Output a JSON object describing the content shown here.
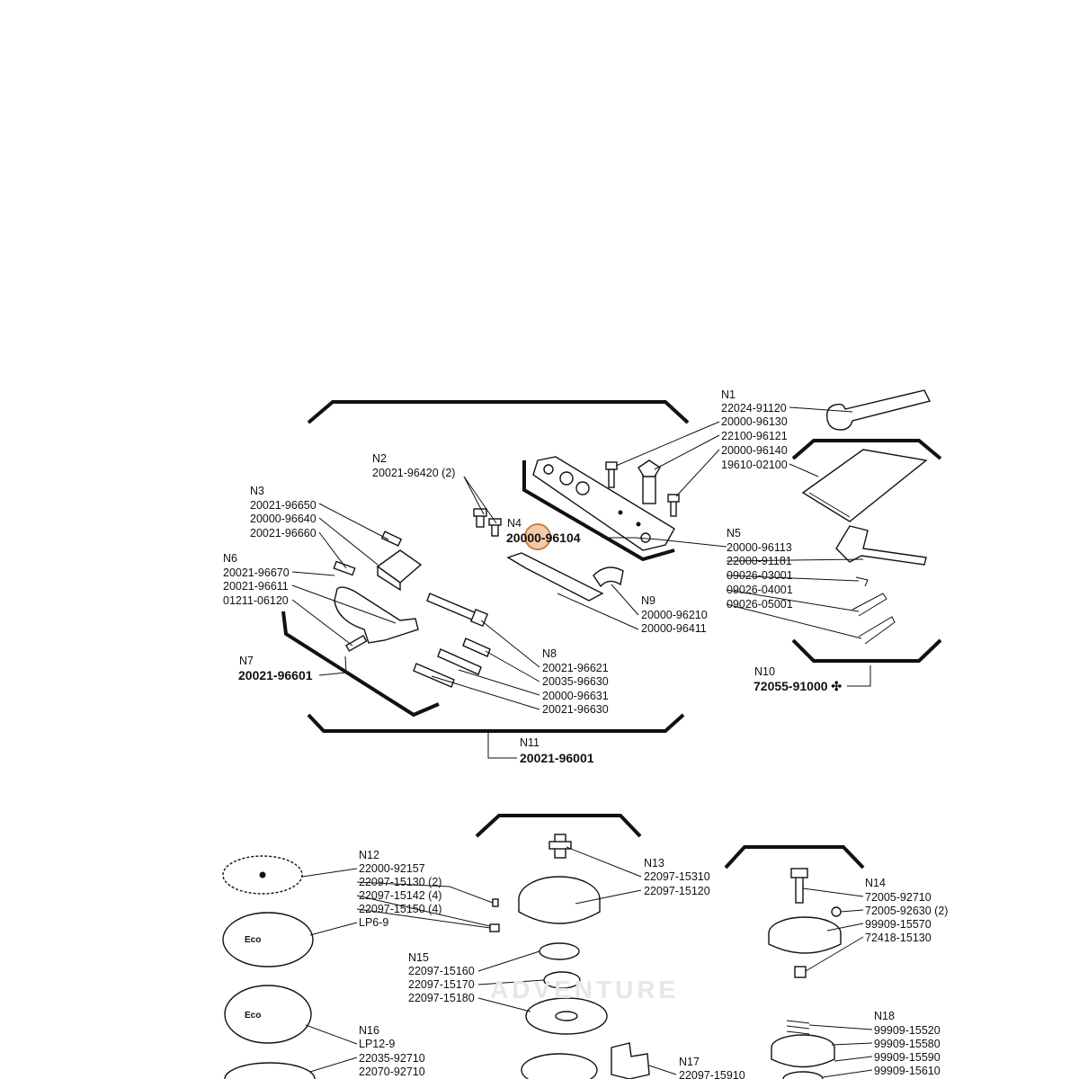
{
  "groups": [
    {
      "key": "n1",
      "header": "N1",
      "parts": [
        "22024-91120",
        "20000-96130",
        "22100-96121",
        "20000-96140",
        "19610-02100"
      ]
    },
    {
      "key": "n2",
      "header": "N2",
      "parts": [
        "20021-96420 (2)"
      ]
    },
    {
      "key": "n3",
      "header": "N3",
      "parts": [
        "20021-96650",
        "20000-96640",
        "20021-96660"
      ]
    },
    {
      "key": "n4",
      "header": "N4",
      "parts": [
        "20000-96104"
      ]
    },
    {
      "key": "n5",
      "header": "N5",
      "parts": [
        "20000-96113",
        "22000-91181",
        "09026-03001",
        "09026-04001",
        "09026-05001"
      ]
    },
    {
      "key": "n6",
      "header": "N6",
      "parts": [
        "20021-96670",
        "20021-96611",
        "01211-06120"
      ]
    },
    {
      "key": "n7",
      "header": "N7",
      "parts": [
        "20021-96601"
      ]
    },
    {
      "key": "n8",
      "header": "N8",
      "parts": [
        "20021-96621",
        "20035-96630",
        "20000-96631",
        "20021-96630"
      ]
    },
    {
      "key": "n9",
      "header": "N9",
      "parts": [
        "20000-96210",
        "20000-96411"
      ]
    },
    {
      "key": "n10",
      "header": "N10",
      "parts": [
        "72055-91000 ✣"
      ]
    },
    {
      "key": "n11",
      "header": "N11",
      "parts": [
        "20021-96001"
      ]
    },
    {
      "key": "n12",
      "header": "N12",
      "parts": [
        "22000-92157",
        "22097-15130 (2)",
        "22097-15142 (4)",
        "22097-15150 (4)",
        "LP6-9"
      ]
    },
    {
      "key": "n13",
      "header": "N13",
      "parts": [
        "22097-15310",
        "22097-15120"
      ]
    },
    {
      "key": "n14",
      "header": "N14",
      "parts": [
        "72005-92710",
        "72005-92630 (2)",
        "99909-15570",
        "72418-15130"
      ]
    },
    {
      "key": "n15",
      "header": "N15",
      "parts": [
        "22097-15160",
        "22097-15170",
        "22097-15180"
      ]
    },
    {
      "key": "n16",
      "header": "N16",
      "parts": [
        "LP12-9",
        "22035-92710",
        "22070-92710"
      ]
    },
    {
      "key": "n17",
      "header": "N17",
      "parts": [
        "22097-15910"
      ]
    },
    {
      "key": "n18",
      "header": "N18",
      "parts": [
        "99909-15520",
        "99909-15580",
        "99909-15590",
        "99909-15610"
      ]
    }
  ],
  "watermark": "ADVENTURE",
  "colors": {
    "ink": "#111111",
    "highlight": "#e8a060"
  }
}
